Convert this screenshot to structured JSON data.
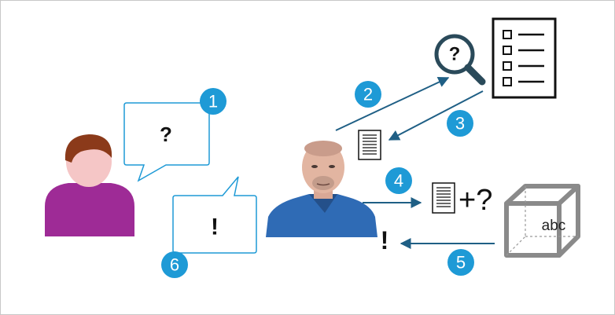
{
  "colors": {
    "badge": "#1E9AD6",
    "arrow": "#1F5F85",
    "bubble_border": "#1E9AD6",
    "user_shirt": "#9E2B96",
    "user_hair": "#8B3A1A",
    "user_skin": "#F5C6C6",
    "icon_dark": "#2A4A5A",
    "cube": "#8A8A8A"
  },
  "user": {
    "icon": "user-avatar-icon"
  },
  "presenter": {
    "icon": "presenter-photo"
  },
  "bubbles": {
    "question": {
      "symbol": "?"
    },
    "answer": {
      "symbol": "!"
    }
  },
  "steps": [
    {
      "number": "1"
    },
    {
      "number": "2"
    },
    {
      "number": "3"
    },
    {
      "number": "4"
    },
    {
      "number": "5"
    },
    {
      "number": "6"
    }
  ],
  "search": {
    "icon": "magnifier-icon",
    "symbol": "?"
  },
  "checklist": {
    "icon": "checklist-icon"
  },
  "plus_question": "+?",
  "exclamation": "!",
  "knowledge_box": {
    "icon": "cube-icon",
    "label": "abc"
  }
}
